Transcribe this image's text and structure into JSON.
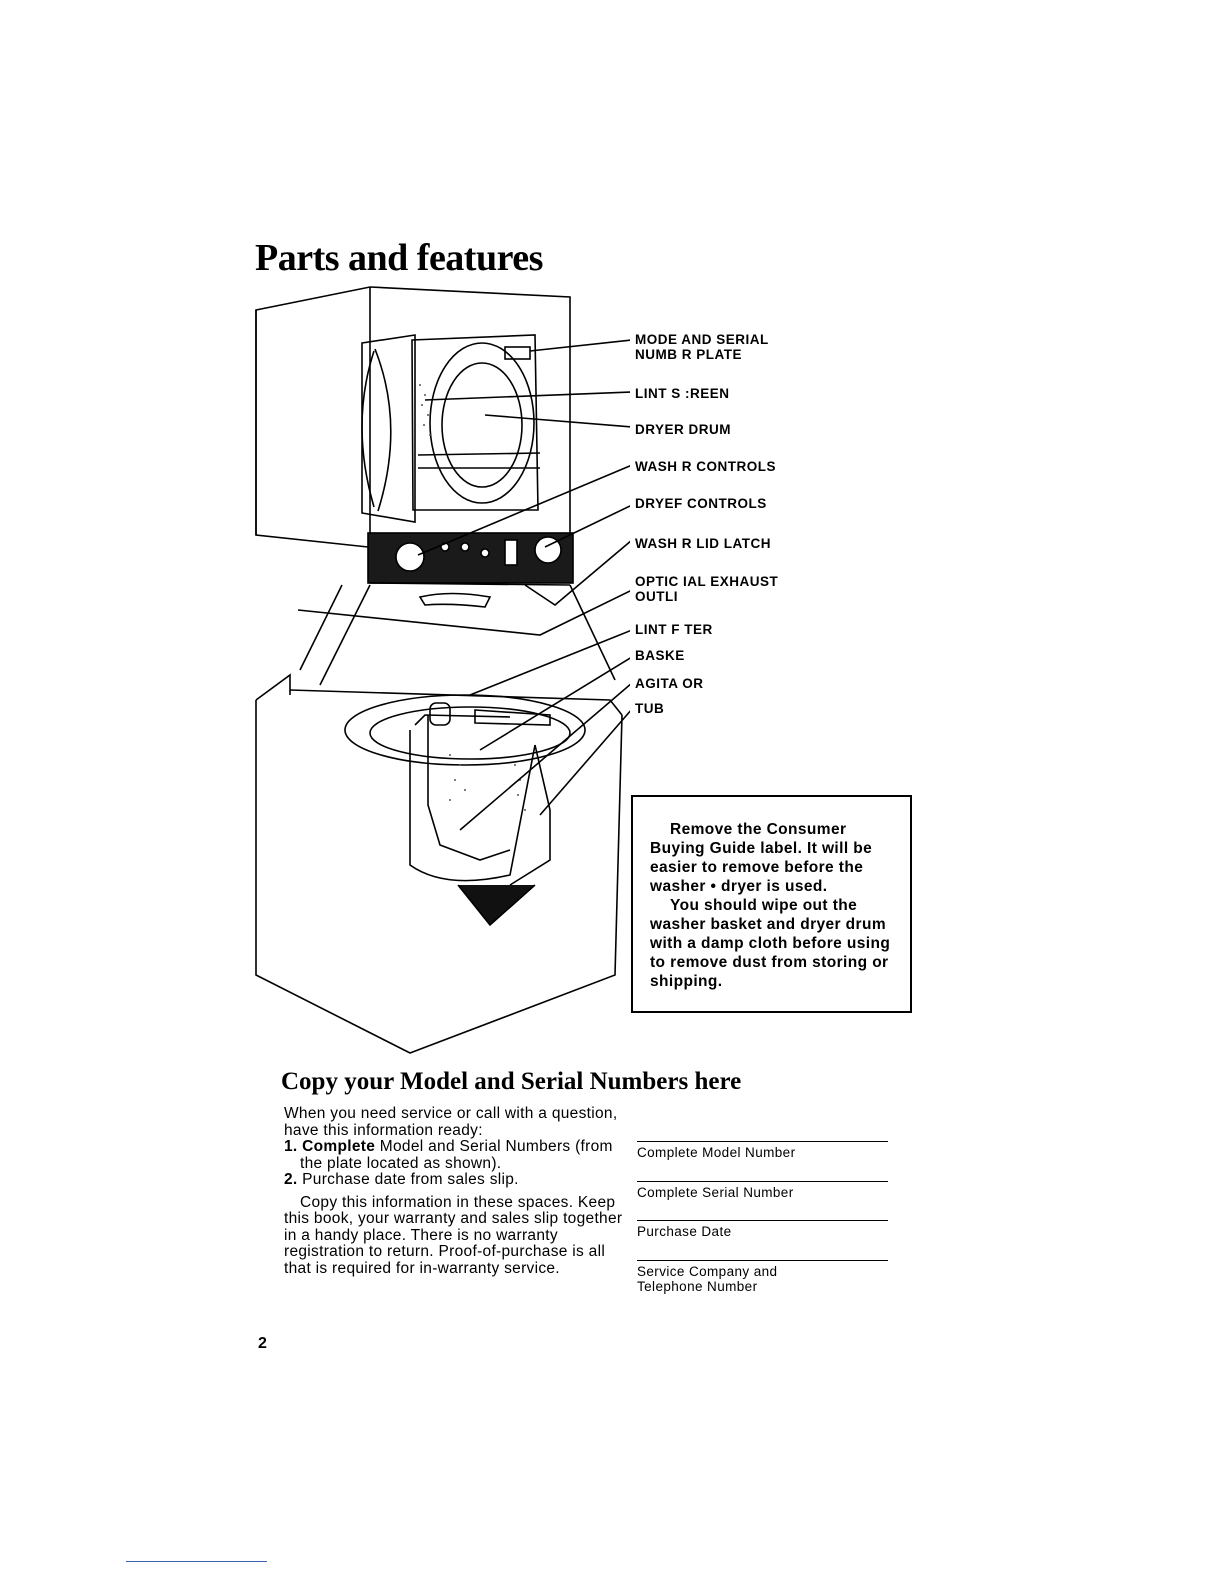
{
  "page": {
    "title": "Parts and features",
    "page_number": "2"
  },
  "diagram": {
    "labels": [
      {
        "id": "model-serial-plate",
        "line1": "MODE  AND SERIAL",
        "line2": "NUMB  R PLATE"
      },
      {
        "id": "lint-screen",
        "line1": "LINT S  :REEN"
      },
      {
        "id": "dryer-drum",
        "line1": "DRYER DRUM"
      },
      {
        "id": "washer-controls",
        "line1": "WASH  R CONTROLS"
      },
      {
        "id": "dryer-controls",
        "line1": "DRYEF CONTROLS"
      },
      {
        "id": "washer-lid-latch",
        "line1": "WASH  R LID LATCH"
      },
      {
        "id": "optional-exhaust",
        "line1": "OPTIC  IAL EXHAUST",
        "line2": "OUTLI"
      },
      {
        "id": "lint-filter",
        "line1": "LINT F  TER"
      },
      {
        "id": "basket",
        "line1": "BASKE"
      },
      {
        "id": "agitator",
        "line1": "AGITA  OR"
      },
      {
        "id": "tub",
        "line1": "TUB"
      }
    ]
  },
  "note": {
    "para1": "Remove the Consumer Buying Guide label. It will be easier to remove before the washer • dryer is used.",
    "para2": "You should wipe out the washer basket and dryer drum with a damp cloth before using to remove dust from storing or shipping."
  },
  "copy_section": {
    "heading": "Copy your Model and Serial Numbers here",
    "intro": "When you need service or call with a question, have this information ready:",
    "item1_num": "1.",
    "item1_bold": "Complete",
    "item1_rest": " Model and Serial Numbers (from the plate located as shown).",
    "item2_num": "2.",
    "item2_text": "Purchase date from sales slip.",
    "para": "Copy this information in these spaces. Keep this book, your warranty and sales slip together in a handy place. There is no warranty registration to return. Proof-of-purchase is all that is required for in-warranty service.",
    "fields": [
      {
        "line1": "Complete Model Number"
      },
      {
        "line1": "Complete Serial Number"
      },
      {
        "line1": "Purchase Date"
      },
      {
        "line1": "Service Company and",
        "line2": "Telephone Number"
      }
    ]
  }
}
